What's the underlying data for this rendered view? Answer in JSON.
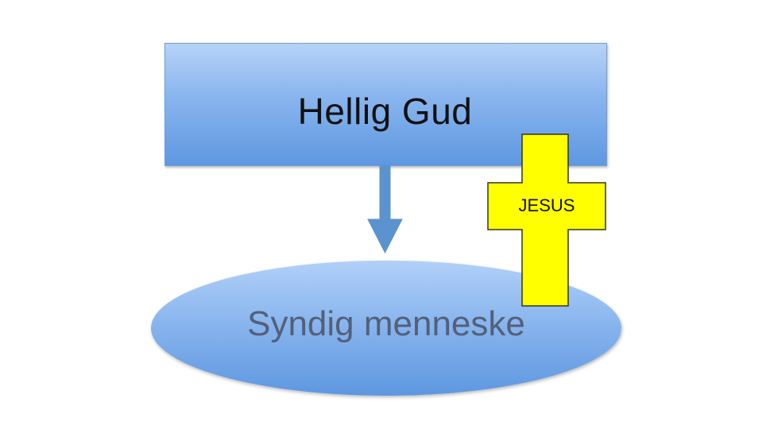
{
  "diagram": {
    "top_box": {
      "label": "Hellig Gud",
      "fill_color": "#8cb7ef"
    },
    "bottom_ellipse": {
      "label": "Syndig menneske",
      "fill_color": "#8ab6ee",
      "text_color": "#53607a"
    },
    "arrow": {
      "direction": "down",
      "color": "#5b93ce"
    },
    "cross": {
      "label": "JESUS",
      "fill_color": "#ffff00",
      "stroke_color": "#333333"
    }
  }
}
